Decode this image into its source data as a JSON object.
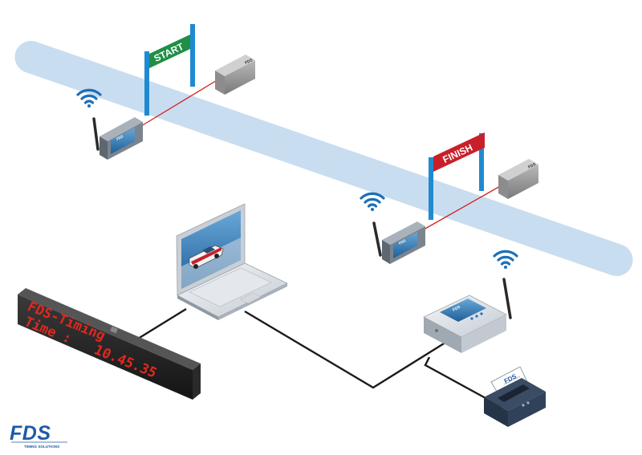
{
  "gates": {
    "start_label": "START",
    "finish_label": "FINISH"
  },
  "devices": {
    "receiver_brand": "FDS",
    "sensor_brand": "FDS",
    "printer_brand": "FDS"
  },
  "led_display": {
    "line1": "FDS-Timing",
    "line2": "Time :",
    "time_value": "10.45.35"
  },
  "logo": {
    "brand": "FDS",
    "tagline": "TIMING SOLUTIONS"
  },
  "colors": {
    "track": "#c9ddf0",
    "start_gate": "#1f8f45",
    "finish_gate": "#c8202a",
    "pole": "#1f8ad0",
    "wifi": "#1d6fb8",
    "beam": "#d42020",
    "cable": "#1a1a1a",
    "led_red": "#e0281e",
    "logo_blue": "#1f5aa6"
  },
  "icons": [
    "wifi-icon",
    "laptop-icon",
    "printer-icon",
    "race-car-image"
  ]
}
